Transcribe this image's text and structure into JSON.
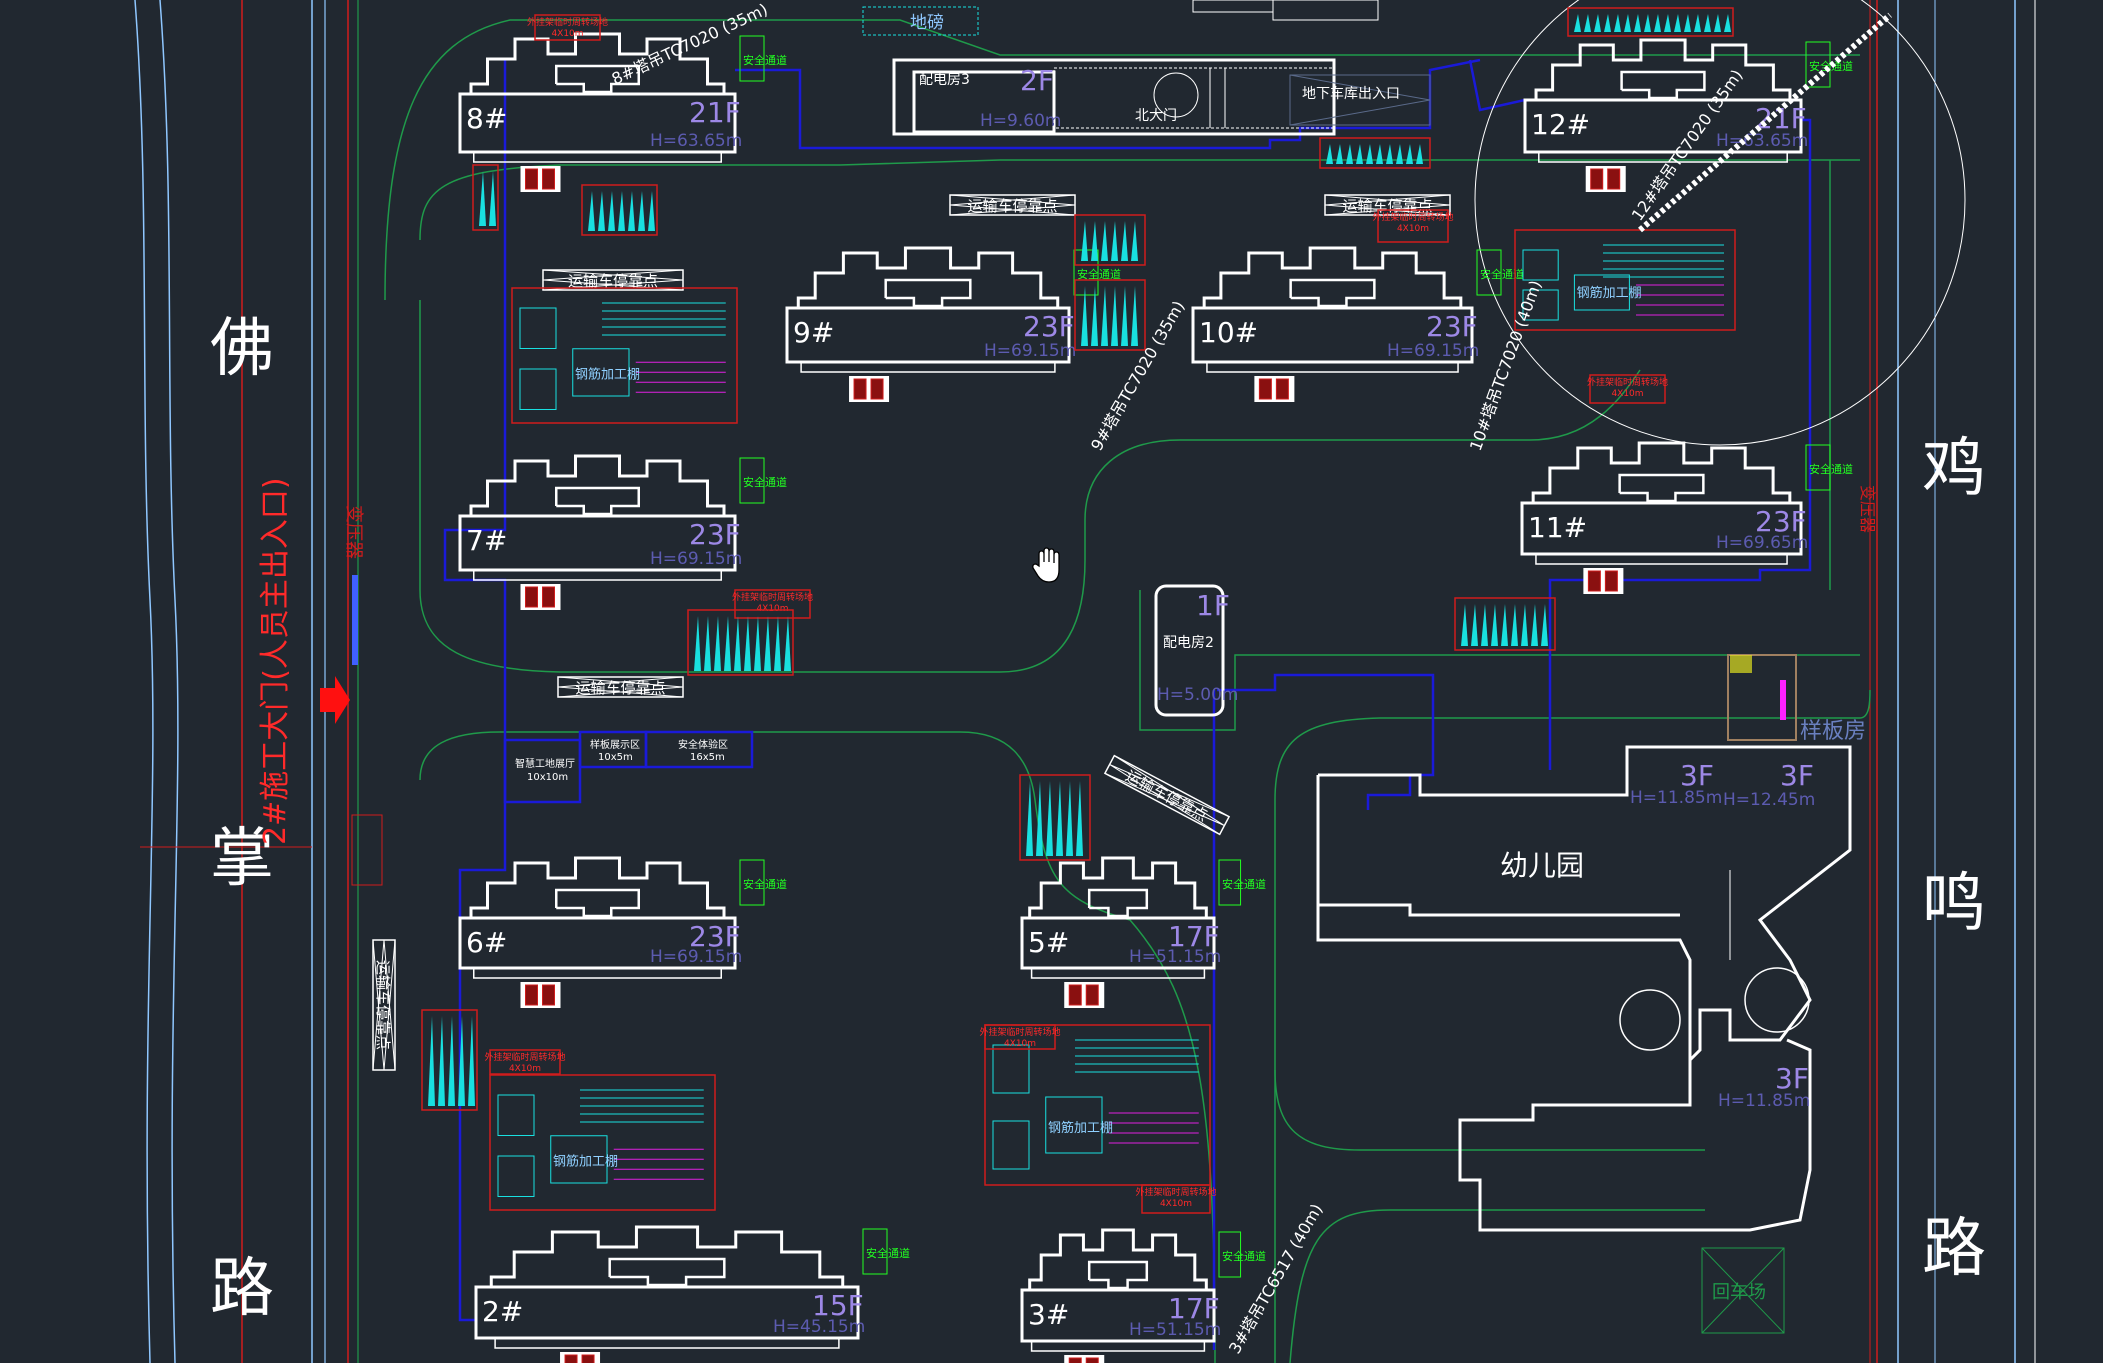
{
  "roads": {
    "left": [
      "佛",
      "掌",
      "路"
    ],
    "right": [
      "鸡",
      "鸣",
      "路"
    ]
  },
  "gate_label": "2#施工大门(人员主出入口)",
  "transformer_label": "变压器",
  "transformer_label_right": "变压器",
  "buildings": [
    {
      "id": "8#",
      "floors": "21F",
      "height": "H=63.65m"
    },
    {
      "id": "12#",
      "floors": "21F",
      "height": "H=63.65m"
    },
    {
      "id": "9#",
      "floors": "23F",
      "height": "H=69.15m"
    },
    {
      "id": "10#",
      "floors": "23F",
      "height": "H=69.15m"
    },
    {
      "id": "7#",
      "floors": "23F",
      "height": "H=69.15m"
    },
    {
      "id": "11#",
      "floors": "23F",
      "height": "H=69.65m"
    },
    {
      "id": "6#",
      "floors": "23F",
      "height": "H=69.15m"
    },
    {
      "id": "5#",
      "floors": "17F",
      "height": "H=51.15m"
    },
    {
      "id": "2#",
      "floors": "15F",
      "height": "H=45.15m"
    },
    {
      "id": "3#",
      "floors": "17F",
      "height": "H=51.15m"
    }
  ],
  "facilities": {
    "power_room_3": {
      "label": "配电房3",
      "floors": "2F",
      "height": "H=9.60m"
    },
    "north_gate": "北大门",
    "garage_entrance": "地下车库出入口",
    "weighbridge": "地磅",
    "power_room_2": {
      "label": "配电房2",
      "floors": "1F",
      "height": "H=5.00m"
    },
    "kindergarten": {
      "label": "幼儿园",
      "blocks": [
        {
          "floors": "3F",
          "height": "H=11.85m"
        },
        {
          "floors": "3F",
          "height": "H=12.45m"
        },
        {
          "floors": "3F",
          "height": "H=11.85m"
        }
      ]
    },
    "sample_room": "样板房",
    "turnaround": "回车场"
  },
  "tower_cranes": [
    "8#塔吊TC7020 (35m)",
    "12#塔吊TC7020 (35m)",
    "9#塔吊TC7020 (35m)",
    "10#塔吊TC7020 (40m)",
    "3#塔吊TC6517 (40m)"
  ],
  "parking_label": "运输车停靠点",
  "steel_shed_label": "钢筋加工棚",
  "safety_passage_label": "安全通道",
  "scaffold_yard": {
    "label": "外挂架临时周转场地",
    "size": "4X10m"
  },
  "exhibition": [
    {
      "label": "智慧工地展厅",
      "size": "10x10m"
    },
    {
      "label": "样板展示区",
      "size": "10x5m"
    },
    {
      "label": "安全体验区",
      "size": "16x5m"
    }
  ],
  "colors": {
    "background": "#212830",
    "road_line": "#8fc7ff",
    "fence": "#1a1ad8",
    "green": "#1f9a4a",
    "red": "#d01c1c",
    "cyan": "#19e0e0",
    "purple": "#9d88e6"
  }
}
